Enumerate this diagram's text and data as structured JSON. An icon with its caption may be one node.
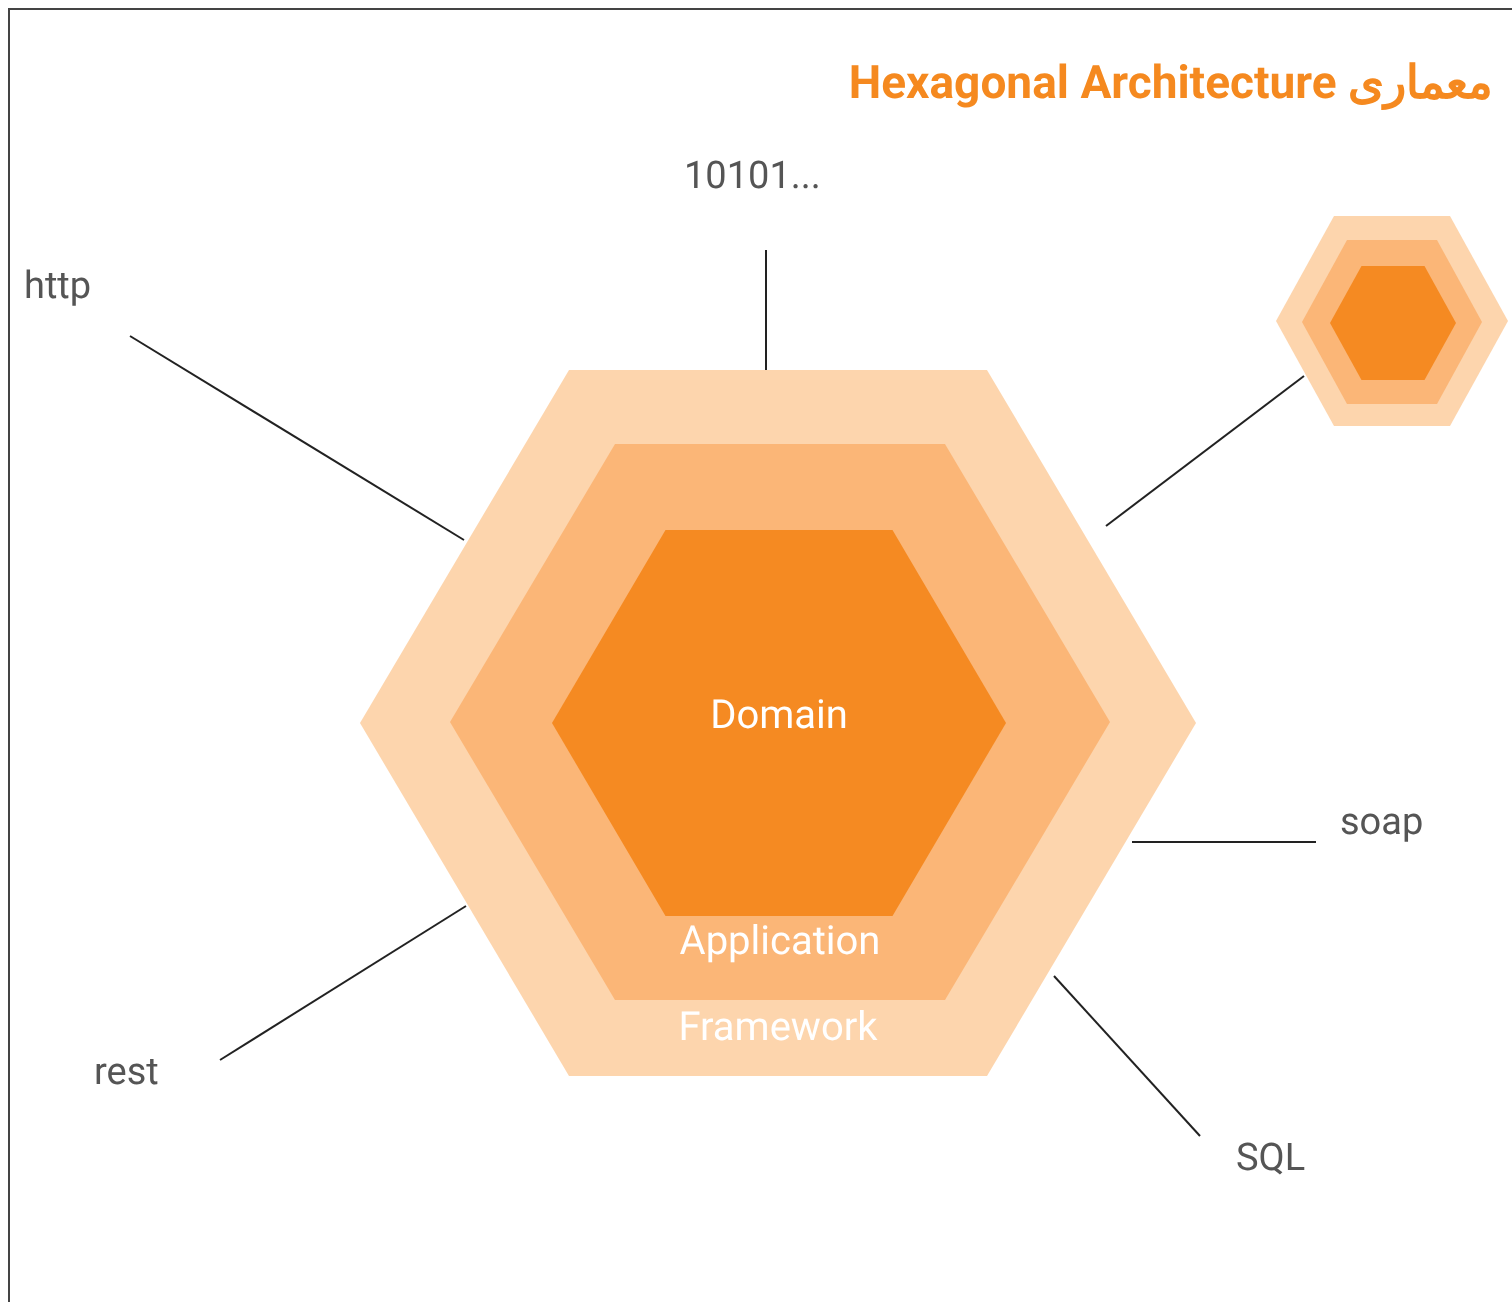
{
  "diagram": {
    "title": "Hexagonal Architecture معماری",
    "nodes": [
      {
        "text": [
          "10101..."
        ]
      },
      {
        "text": [
          "http"
        ]
      },
      {
        "text": [],
        "shape": "hexagon"
      },
      {
        "text": [],
        "shape": "hexagon",
        "in": 2
      },
      {
        "text": [],
        "shape": "hexagon",
        "in": 3
      },
      {
        "text": [
          "Framework"
        ]
      },
      {
        "text": [
          "Application"
        ],
        "in": 5
      },
      {
        "text": [
          "Domain"
        ],
        "in": 6
      },
      {
        "text": [
          "soap"
        ]
      },
      {
        "text": [
          "rest"
        ]
      },
      {
        "text": [
          "SQL"
        ]
      }
    ],
    "edges": [
      {
        "from": 0,
        "to": 5,
        "arrow": "none"
      },
      {
        "from": 1,
        "to": 5,
        "arrow": "none"
      },
      {
        "from": 2,
        "to": 5,
        "arrow": "none"
      },
      {
        "from": 8,
        "to": 5,
        "arrow": "none"
      },
      {
        "from": 9,
        "to": 5,
        "arrow": "none"
      },
      {
        "from": 10,
        "to": 5,
        "arrow": "none"
      }
    ]
  }
}
